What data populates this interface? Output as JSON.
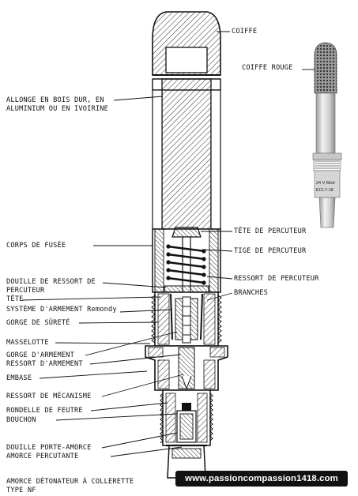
{
  "labels": {
    "coiffe": "COIFFE",
    "coiffe_rouge": "COIFFE ROUGE",
    "allonge_1": "ALLONGE EN BOIS DUR, EN",
    "allonge_2": "ALUMINIUM OU EN IVOIRINE",
    "corps": "CORPS DE FUSÉE",
    "tete_perc": "TÊTE DE PERCUTEUR",
    "tige_perc": "TIGE DE PERCUTEUR",
    "douille_1": "DOUILLE DE RESSORT DE",
    "douille_2": "PERCUTEUR",
    "ressort_perc": "RESSORT DE PERCUTEUR",
    "tete": "TÊTE",
    "branches": "BRANCHES",
    "systeme": "SYSTÈME D'ARMEMENT Remondy",
    "gorge_surete": "GORGE DE SÛRETÉ",
    "masselotte": "MASSELOTTE",
    "gorge_armement": "GORGE D'ARMEMENT",
    "ressort_armement": "RESSORT D'ARMEMENT",
    "embase": "EMBASE",
    "ressort_meca": "RESSORT DE MÉCANISME",
    "rondelle": "RONDELLE DE FEUTRE",
    "bouchon": "BOUCHON",
    "douille_porte": "DOUILLE PORTE-AMORCE",
    "amorce_perc": "AMORCE PERCUTANTE",
    "amorce_det_1": "AMORCE DÉTONATEUR À COLLERETTE",
    "amorce_det_2": "TYPE NF"
  },
  "photo_markings": {
    "line1": "24 V Mod",
    "line2": "ECL7-18"
  },
  "watermark": "www.passioncompassion1418.com",
  "colors": {
    "ink": "#111111",
    "paper": "#ffffff",
    "photo_gray": "#b8b8b8"
  },
  "icons": [
    "fuse-cross-section-drawing",
    "fuse-photo"
  ]
}
